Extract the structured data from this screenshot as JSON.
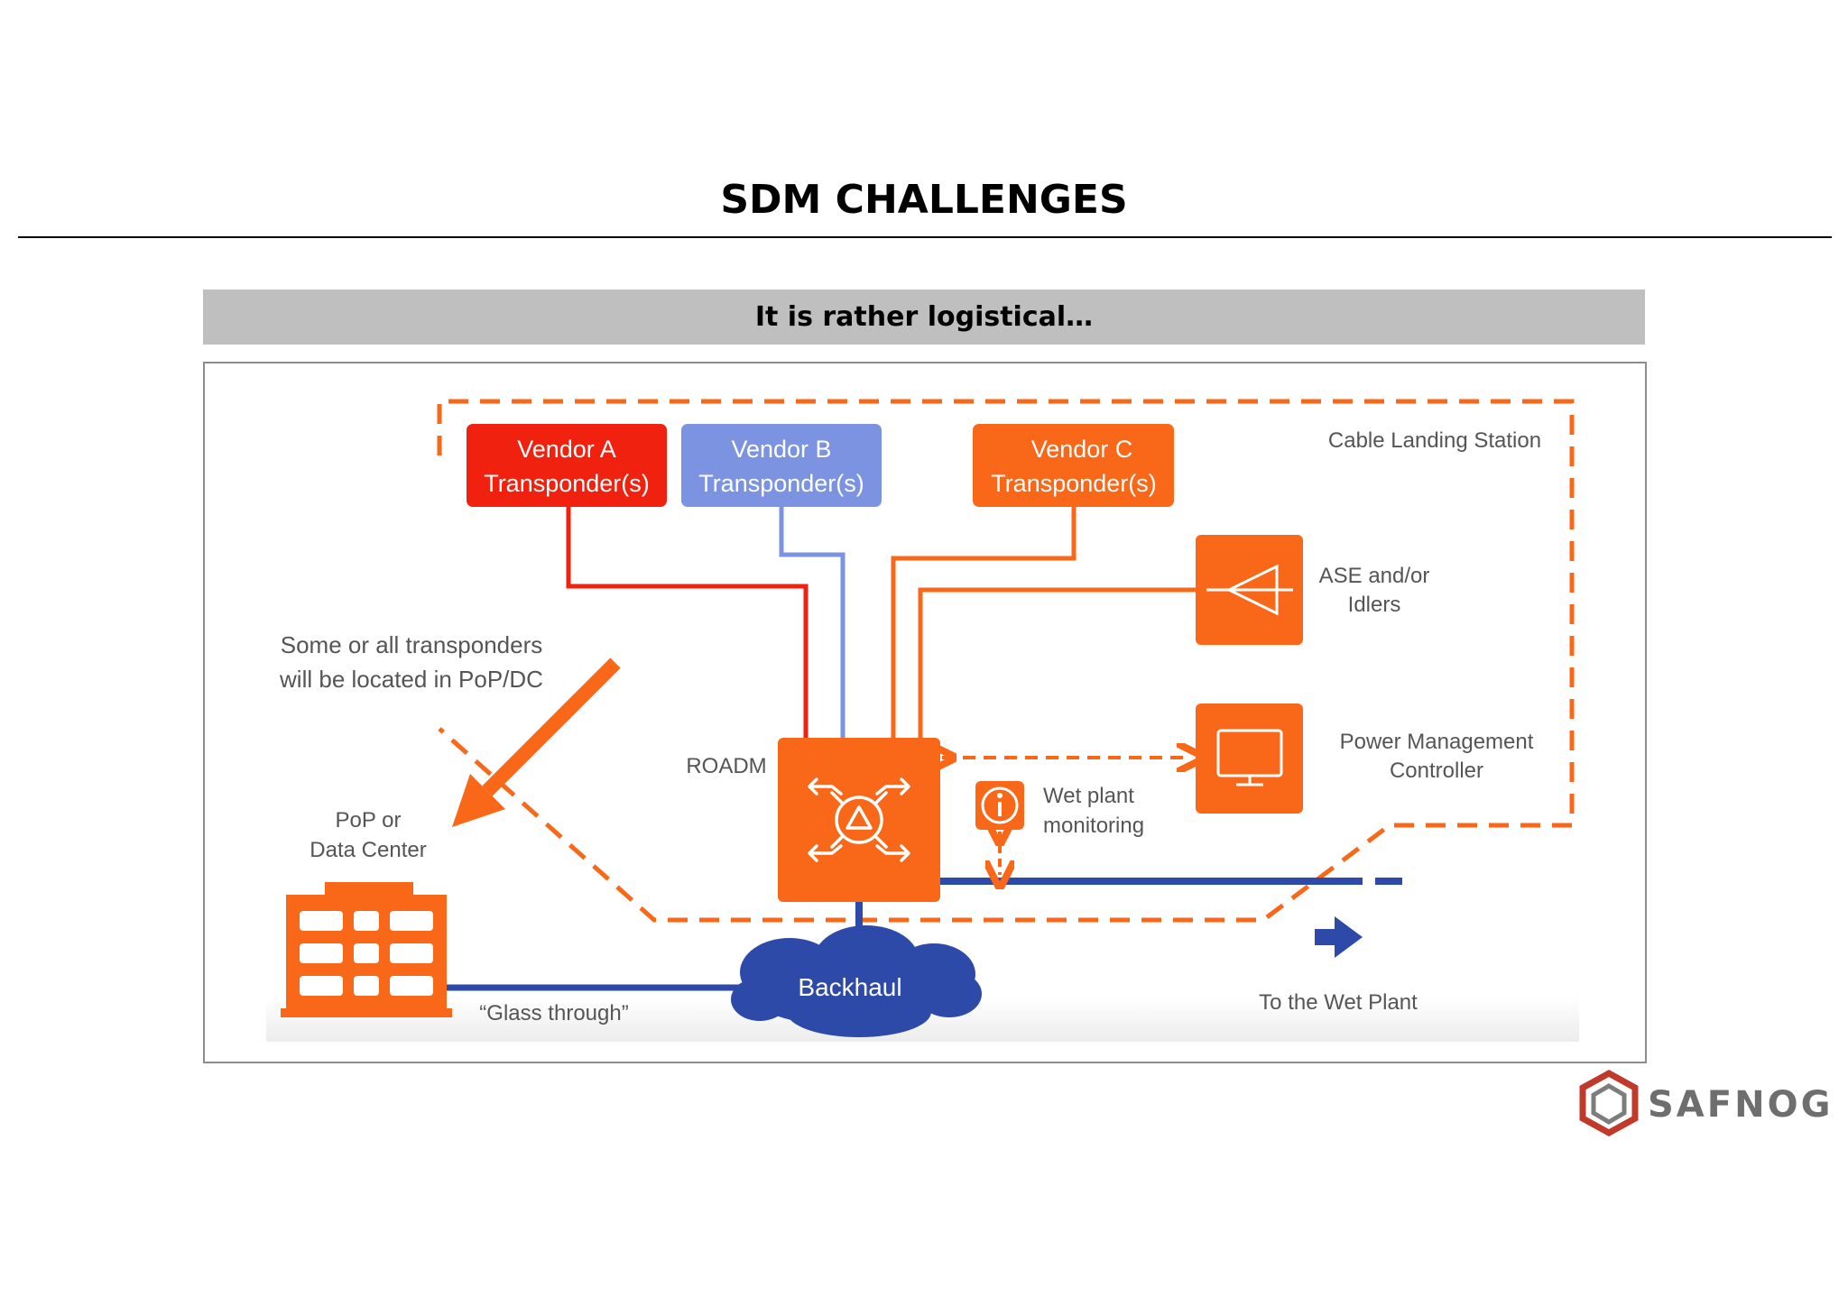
{
  "slide": {
    "title": "SDM CHALLENGES",
    "subtitle": "It is rather logistical…"
  },
  "diagram": {
    "vendor_a": {
      "line1": "Vendor A",
      "line2": "Transponder(s)",
      "color": "#f0220f"
    },
    "vendor_b": {
      "line1": "Vendor B",
      "line2": "Transponder(s)",
      "color": "#7b93e0"
    },
    "vendor_c": {
      "line1": "Vendor C",
      "line2": "Transponder(s)",
      "color": "#f86818"
    },
    "cable_landing_station": "Cable Landing Station",
    "ase_idlers": {
      "line1": "ASE and/or",
      "line2": "Idlers"
    },
    "power_management": {
      "line1": "Power Management",
      "line2": "Controller"
    },
    "note": {
      "line1": "Some or all transponders",
      "line2": "will be located in PoP/DC"
    },
    "roadm": "ROADM",
    "wet_plant_monitoring": {
      "line1": "Wet plant",
      "line2": "monitoring"
    },
    "pop": {
      "line1": "PoP or",
      "line2": "Data Center"
    },
    "backhaul": "Backhaul",
    "glass_through": "“Glass through”",
    "to_wet_plant": "To the Wet Plant",
    "colors": {
      "orange": "#f86818",
      "blue": "#2e4aa8",
      "red": "#f0220f",
      "lightblue": "#7b93e0"
    }
  },
  "logo": {
    "text": "SAFNOG"
  }
}
